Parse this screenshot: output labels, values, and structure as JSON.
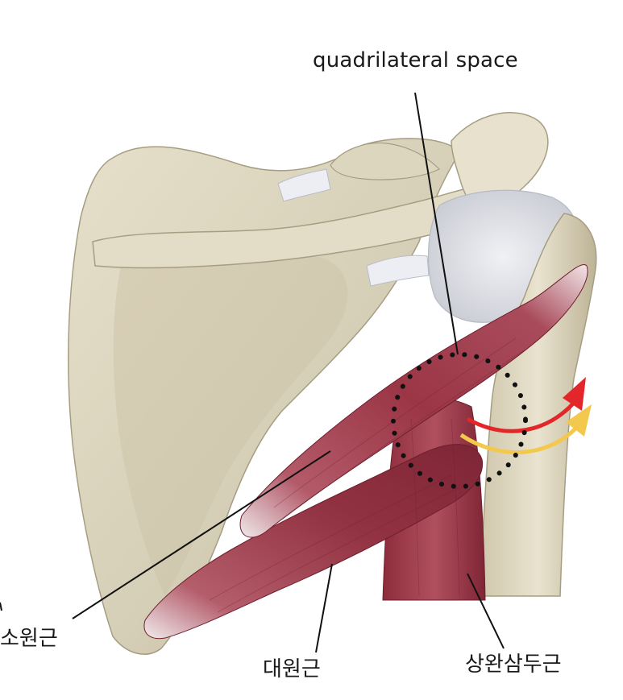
{
  "labels": {
    "quadrilateral_space": "quadrilateral space",
    "teres_minor": "소원근",
    "teres_major": "대원근",
    "triceps_long_head": "상완삼두근"
  },
  "colors": {
    "bone": "#d9d3bd",
    "bone_shadow": "#a59c80",
    "muscle": "#a03c4c",
    "muscle_dark": "#7d2434",
    "tendon": "#ecebee",
    "capsule": "#dcdde3",
    "arrow_red": "#e3262a",
    "arrow_yellow": "#f2c94c",
    "leader_line": "#111111",
    "dotted_circle": "#111111"
  },
  "icons": {
    "rotation_arrows": "curved-arrow-icon"
  }
}
